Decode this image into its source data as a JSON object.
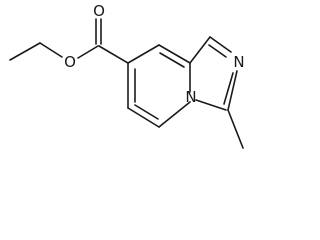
{
  "molecule": {
    "atoms": [
      {
        "symbol": "O"
      },
      {
        "symbol": "O"
      },
      {
        "symbol": "N"
      },
      {
        "symbol": "N"
      }
    ]
  }
}
